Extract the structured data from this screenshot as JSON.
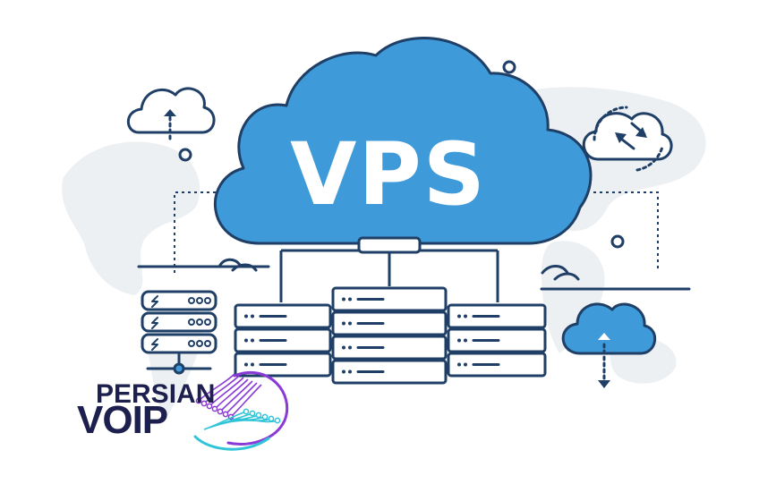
{
  "hero": {
    "title": "VPS"
  },
  "brand": {
    "line1": "PERSIAN",
    "line2": "VOIP"
  },
  "colors": {
    "cloud_fill": "#3e9ad9",
    "outline": "#1f3f67",
    "world_map": "#edf0f3",
    "brand_text": "#1d1f4e",
    "logo_purple": "#8a3bd6",
    "logo_cyan": "#2fc4d8"
  },
  "icons": [
    "upload-cloud-icon",
    "sync-cloud-icon",
    "download-cloud-icon",
    "server-stack-icon",
    "server-rack-icon"
  ]
}
